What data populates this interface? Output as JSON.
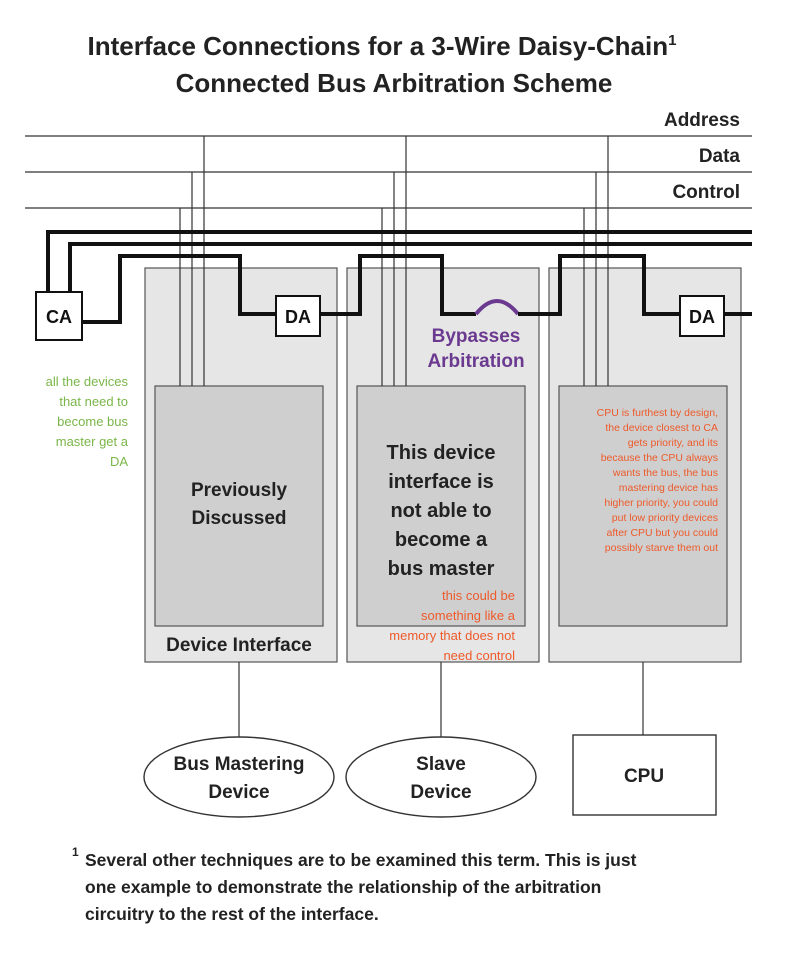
{
  "title": {
    "line1": "Interface Connections for a 3-Wire Daisy-Chain",
    "line1_sup": "1",
    "line2": "Connected Bus Arbitration Scheme"
  },
  "buses": {
    "address": "Address",
    "data": "Data",
    "control": "Control"
  },
  "arbiters": {
    "ca": "CA",
    "da1": "DA",
    "da2": "DA"
  },
  "bypass_note": {
    "line1": "Bypasses",
    "line2": "Arbitration"
  },
  "green_note": {
    "lines": [
      "all the devices",
      "that need to",
      "become bus",
      "master get a",
      "DA"
    ]
  },
  "interfaces": {
    "left": {
      "inner_lines": [
        "Previously",
        "Discussed"
      ],
      "footer": "Device Interface"
    },
    "middle": {
      "inner_lines": [
        "This device",
        "interface is",
        "not able to",
        "become a",
        "bus master"
      ],
      "note_lines": [
        "this could be",
        "something like a",
        "memory that does not",
        "need control"
      ]
    },
    "right": {
      "note_lines": [
        "CPU is furthest by design,",
        "the device closest to CA",
        "gets priority, and its",
        "because the CPU always",
        "wants the bus, the bus",
        "mastering device has",
        "higher priority, you could",
        "put low priority devices",
        "after CPU but you could",
        "possibly starve them out"
      ]
    }
  },
  "devices": {
    "bus_master": [
      "Bus Mastering",
      "Device"
    ],
    "slave": [
      "Slave",
      "Device"
    ],
    "cpu": "CPU"
  },
  "footnote": {
    "marker": "1",
    "lines": [
      "Several other techniques are to be examined this term.  This is just",
      "one example to demonstrate the relationship of the arbitration",
      "circuitry to the rest of the interface."
    ]
  },
  "colors": {
    "green": "#7ab648",
    "orange": "#ee5a2a",
    "purple": "#6b3a90",
    "panel": "#e6e6e6",
    "inner": "#cfcfcf"
  }
}
